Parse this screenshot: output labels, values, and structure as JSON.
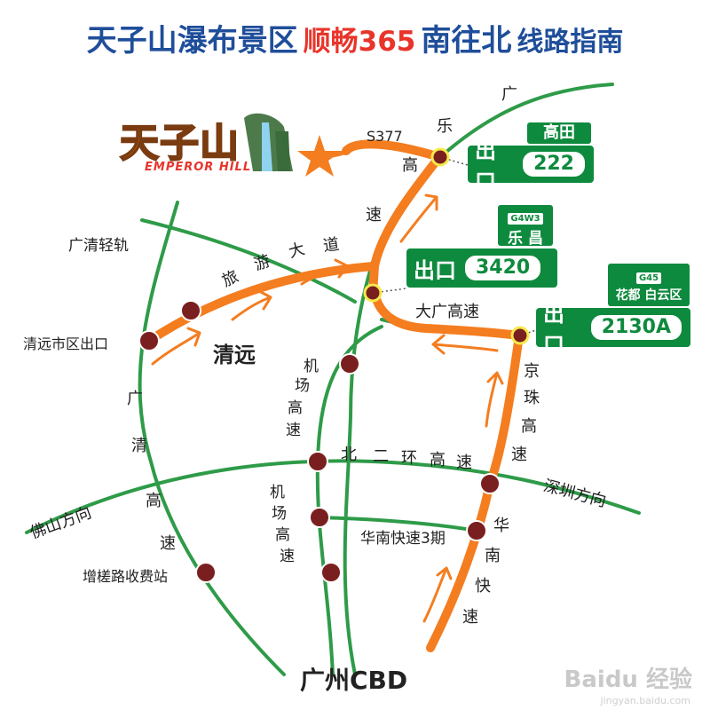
{
  "title": {
    "part1": "天子山瀑布景区",
    "part2": "顺畅365",
    "part3": "南往北",
    "part4": "线路指南"
  },
  "logo": {
    "text": "天子山",
    "subtext": "EMPEROR HILL"
  },
  "roads": {
    "s377": "S377",
    "guangle_chars": [
      "广",
      "乐",
      "高",
      "速"
    ],
    "lvyou_chars": [
      "旅",
      "游",
      "大",
      "道"
    ],
    "daguang": "大广高速",
    "jingzhu_chars": [
      "京",
      "珠",
      "高",
      "速"
    ],
    "beierhuan_chars": [
      "北",
      "二",
      "环",
      "高",
      "速"
    ],
    "huanan_chars": [
      "华",
      "南",
      "快",
      "速"
    ],
    "huanan3": "华南快速3期",
    "guangqing_chars": [
      "广",
      "清",
      "高",
      "速"
    ],
    "jichang1_chars": [
      "机",
      "场",
      "高",
      "速"
    ],
    "jichang2_chars": [
      "机",
      "场",
      "高",
      "速"
    ],
    "guangqing_rail": "广清轻轨"
  },
  "places": {
    "qingyuan": "清远",
    "qingyuan_exit": "清远市区出口",
    "foshan": "佛山方向",
    "shenzhen": "深圳方向",
    "zengcha": "增槎路收费站",
    "guangzhou_cbd": "广州CBD"
  },
  "exits": {
    "gaotian": {
      "place": "高田",
      "label": "出口",
      "number": "222"
    },
    "lechang": {
      "badge": "G4W3",
      "place": "乐 昌",
      "label": "出口",
      "number": "3420"
    },
    "huadu": {
      "badge": "G45",
      "place": "花都 白云区",
      "label": "出口",
      "number": "2130A"
    }
  },
  "watermark": {
    "text": "Baidu 经验",
    "sub": "jingyan.baidu.com"
  },
  "colors": {
    "route_orange": "#f47d20",
    "road_green": "#2e9b48",
    "sign_green": "#0e8a3e",
    "node_maroon": "#7a1f1f",
    "title_blue": "#1f4e9a",
    "title_red": "#e8342a"
  }
}
